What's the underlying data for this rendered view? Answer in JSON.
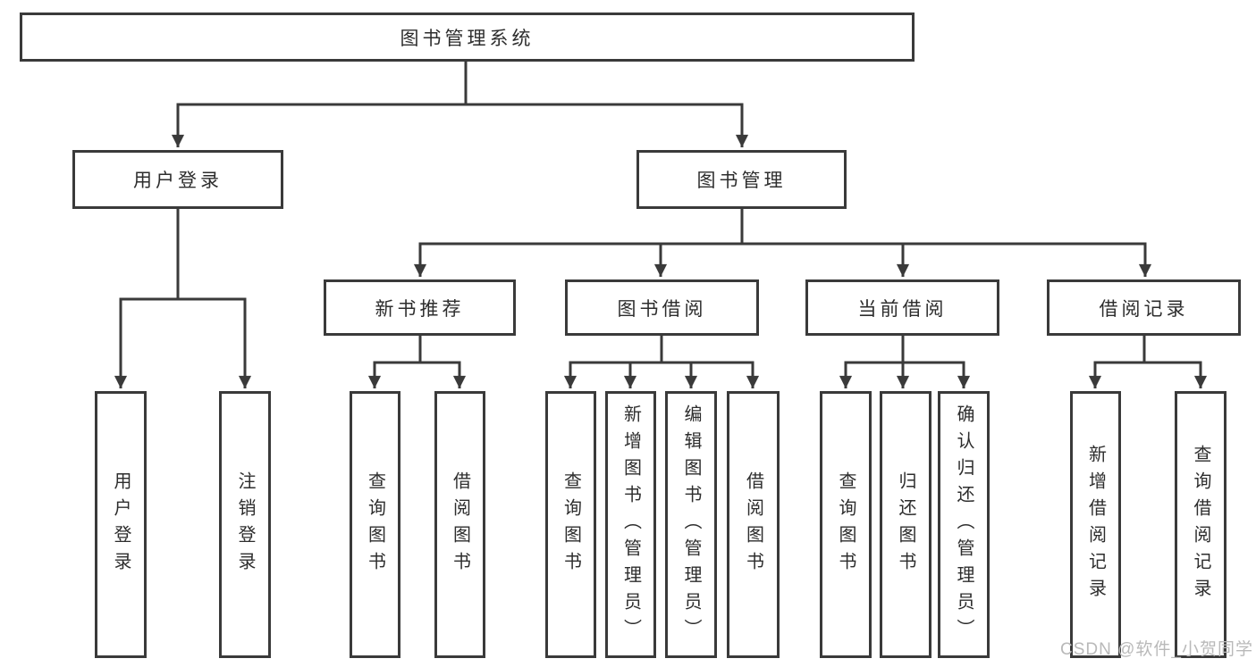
{
  "diagram": {
    "root": {
      "label": "图书管理系统"
    },
    "branches": [
      {
        "label": "用户登录",
        "children": [
          {
            "label": "用户登录"
          },
          {
            "label": "注销登录"
          }
        ]
      },
      {
        "label": "图书管理",
        "children": [
          {
            "label": "新书推荐",
            "children": [
              {
                "label": "查询图书"
              },
              {
                "label": "借阅图书"
              }
            ]
          },
          {
            "label": "图书借阅",
            "children": [
              {
                "label": "查询图书"
              },
              {
                "label": "新增图书（管理员）"
              },
              {
                "label": "编辑图书（管理员）"
              },
              {
                "label": "借阅图书"
              }
            ]
          },
          {
            "label": "当前借阅",
            "children": [
              {
                "label": "查询图书"
              },
              {
                "label": "归还图书"
              },
              {
                "label": "确认归还（管理员）"
              }
            ]
          },
          {
            "label": "借阅记录",
            "children": [
              {
                "label": "新增借阅记录"
              },
              {
                "label": "查询借阅记录"
              }
            ]
          }
        ]
      }
    ],
    "colors": {
      "line": "#3a3a3a",
      "text": "#2d2d2d",
      "box_background": "#ffffff",
      "watermark": "#b9b9b9"
    }
  },
  "watermark": {
    "text": "CSDN @软件_小贺同学"
  }
}
